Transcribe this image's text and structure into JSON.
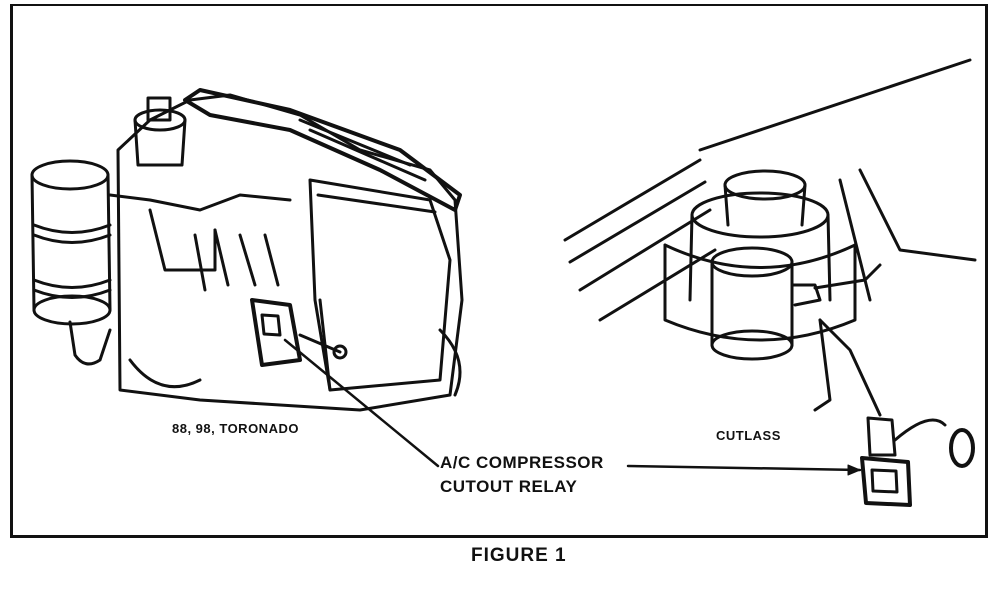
{
  "figure": {
    "left_view_label": "88, 98, TORONADO",
    "right_view_label": "CUTLASS",
    "callout_line1": "A/C COMPRESSOR",
    "callout_line2": "CUTOUT RELAY",
    "caption": "FIGURE 1"
  },
  "colors": {
    "ink": "#111111",
    "paper": "#ffffff"
  }
}
